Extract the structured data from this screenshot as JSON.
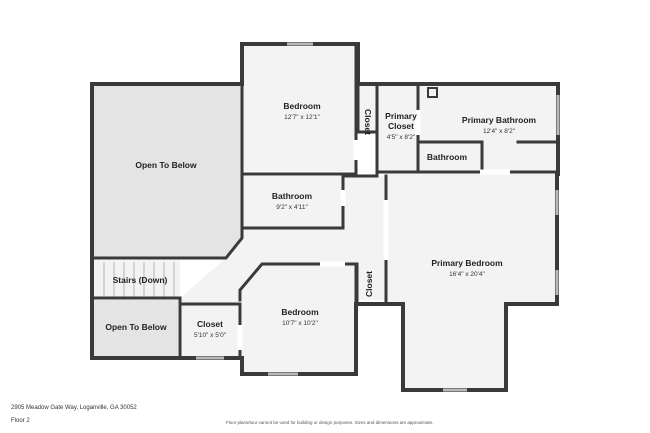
{
  "rooms": {
    "open_to_below_large": {
      "name": "Open To Below"
    },
    "bedroom_top": {
      "name": "Bedroom",
      "dims": "12'7\" x 12'1\""
    },
    "closet_top": {
      "name": "Closet"
    },
    "primary_closet": {
      "name": "Primary Closet",
      "name_line1": "Primary",
      "name_line2": "Closet",
      "dims": "4'5\" x 8'2\""
    },
    "primary_bathroom": {
      "name": "Primary Bathroom",
      "dims": "12'4\" x 8'2\""
    },
    "bathroom_small": {
      "name": "Bathroom"
    },
    "bathroom_hall": {
      "name": "Bathroom",
      "dims": "9'2\" x 4'11\""
    },
    "primary_bedroom": {
      "name": "Primary Bedroom",
      "dims": "16'4\" x 20'4\""
    },
    "stairs": {
      "name": "Stairs (Down)"
    },
    "closet_mid": {
      "name": "Closet"
    },
    "open_to_below_small": {
      "name": "Open To Below"
    },
    "closet_bottom": {
      "name": "Closet",
      "dims": "5'10\" x 5'0\""
    },
    "bedroom_bottom": {
      "name": "Bedroom",
      "dims": "10'7\" x 10'2\""
    }
  },
  "footer": {
    "address": "2905 Meadow Gate Way, Loganville, GA 30052",
    "floor": "Floor 2",
    "disclaimer": "Floor plans/tour cannot be used for building or design purposes. Sizes and dimensions are approximate."
  }
}
